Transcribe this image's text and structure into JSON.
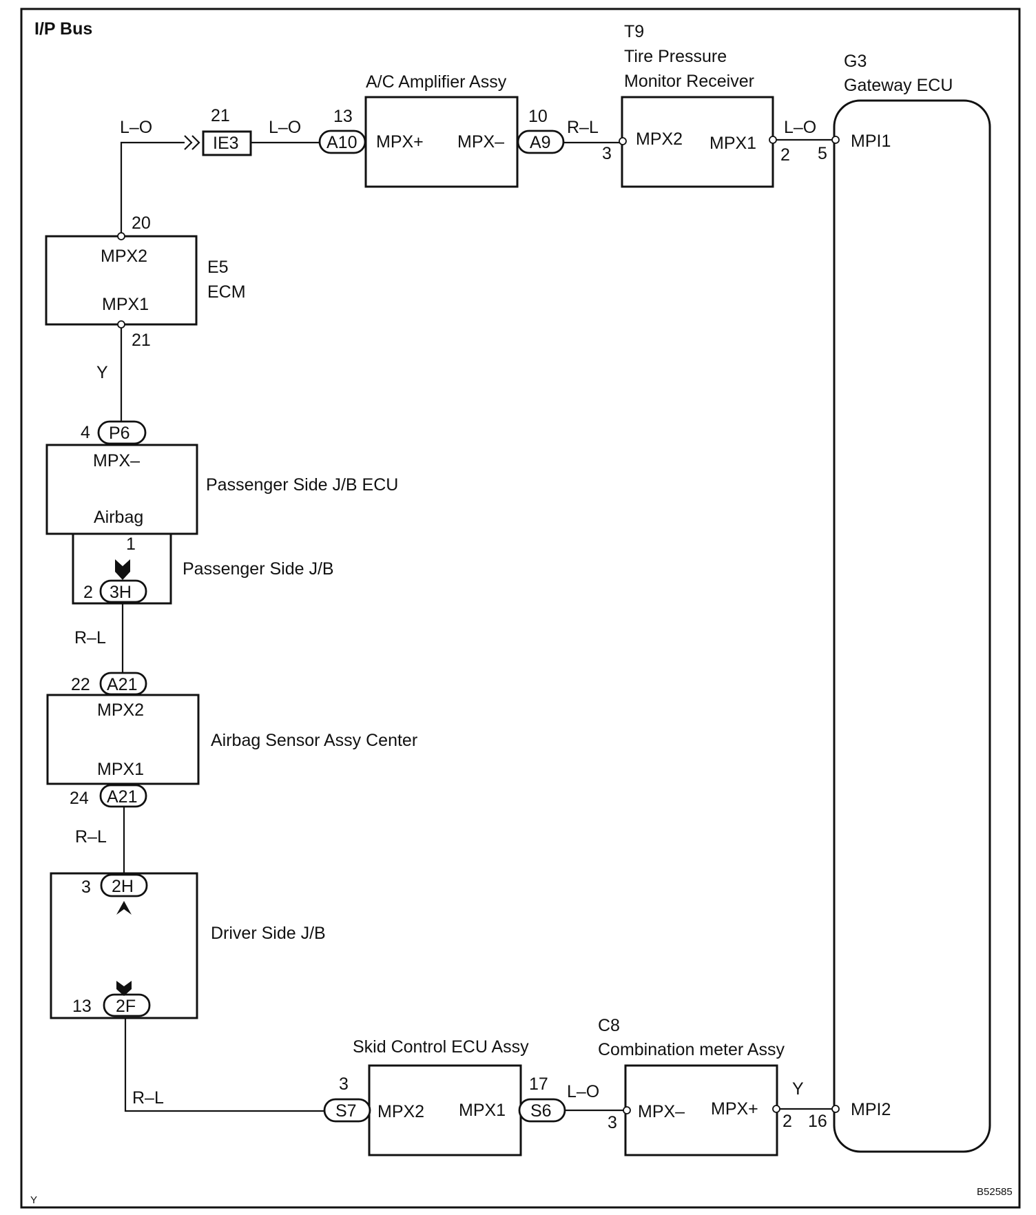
{
  "title": "I/P Bus",
  "footer_left": "Y",
  "footer_right": "B52585",
  "components": {
    "ac_amp": {
      "name": "A/C Amplifier Assy",
      "pin_left": "MPX+",
      "pin_right": "MPX–"
    },
    "tpms": {
      "code": "T9",
      "name_line1": "Tire Pressure",
      "name_line2": "Monitor Receiver",
      "pin_left": "MPX2",
      "pin_right": "MPX1"
    },
    "gateway": {
      "code": "G3",
      "name": "Gateway ECU",
      "pin_top": "MPI1",
      "pin_bottom": "MPI2"
    },
    "ecm": {
      "code": "E5",
      "name": "ECM",
      "pin_top": "MPX2",
      "pin_bottom": "MPX1"
    },
    "pjb_ecu": {
      "name": "Passenger Side J/B ECU",
      "pin_top": "MPX–",
      "pin_bottom": "Airbag"
    },
    "pjb": {
      "name": "Passenger Side J/B"
    },
    "airbag": {
      "name": "Airbag Sensor Assy Center",
      "pin_top": "MPX2",
      "pin_bottom": "MPX1"
    },
    "djb": {
      "name": "Driver Side J/B"
    },
    "skid": {
      "name": "Skid Control ECU Assy",
      "pin_left": "MPX2",
      "pin_right": "MPX1"
    },
    "combo": {
      "code": "C8",
      "name": "Combination meter Assy",
      "pin_left": "MPX–",
      "pin_right": "MPX+"
    }
  },
  "connectors": {
    "ie3": "IE3",
    "a10": "A10",
    "a9": "A9",
    "p6": "P6",
    "h3": "3H",
    "a21_top": "A21",
    "a21_bottom": "A21",
    "h2": "2H",
    "f2": "2F",
    "s7": "S7",
    "s6": "S6"
  },
  "pins": {
    "ie3": "21",
    "a10": "13",
    "a9": "10",
    "tpms_in": "3",
    "tpms_out": "2",
    "gw_in": "5",
    "ecm_top": "20",
    "ecm_bottom": "21",
    "p6": "4",
    "pjb_out": "1",
    "h3": "2",
    "a21_top": "22",
    "a21_bottom": "24",
    "h2": "3",
    "f2": "13",
    "s7": "3",
    "s6": "17",
    "combo_in": "3",
    "combo_out": "2",
    "gw_bottom": "16"
  },
  "wires": {
    "top_left": "L–O",
    "ie3_a10": "L–O",
    "a9_tpms": "R–L",
    "tpms_gw": "L–O",
    "ecm_p6": "Y",
    "h3_a21": "R–L",
    "a21_h2": "R–L",
    "f2_s7": "R–L",
    "s6_combo": "L–O",
    "combo_gw": "Y"
  }
}
